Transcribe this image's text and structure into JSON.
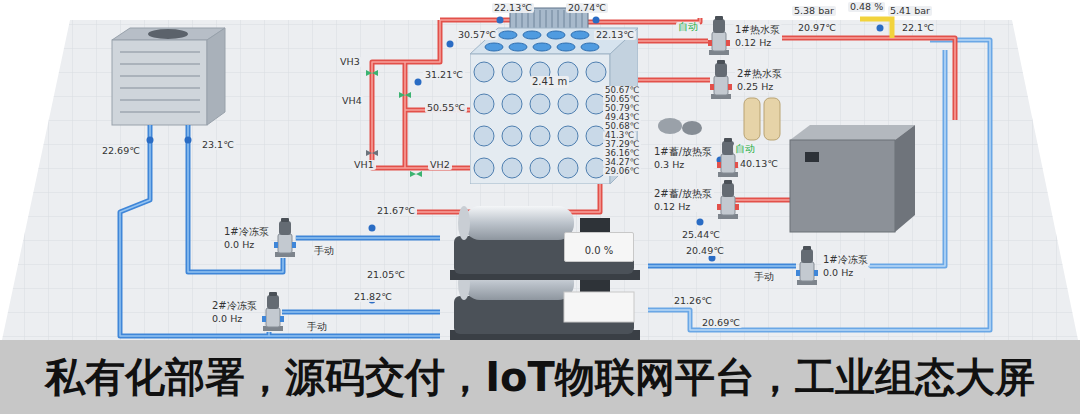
{
  "diagram": {
    "caption": "私有化部署，源码交付，IoT物联网平台，工业组态大屏",
    "nodes": [
      {
        "text": [
          "1#热水泵",
          "0.12 Hz"
        ]
      },
      {
        "text": [
          "2#热水泵",
          "0.25 Hz"
        ]
      },
      {
        "text": [
          "2.41 m"
        ]
      },
      {
        "text": [
          "1#蓄/放热泵",
          "0.3 Hz"
        ]
      },
      {
        "text": [
          "2#蓄/放热泵",
          "0.12 Hz"
        ]
      },
      {
        "text": [
          "1#冷冻泵",
          "0.0 Hz"
        ]
      },
      {
        "text": [
          "0.0 %"
        ]
      },
      {
        "text": [
          "1#冷冻泵",
          "0.0 Hz"
        ]
      },
      {
        "text": [
          "2#冷冻泵",
          "0.0 Hz"
        ]
      }
    ],
    "edges": [
      {
        "from": 5,
        "to": 6,
        "arrow": "none"
      },
      {
        "from": 7,
        "to": 6,
        "arrow": "none"
      },
      {
        "from": 0,
        "to": 2,
        "arrow": "none"
      },
      {
        "from": 1,
        "to": 2,
        "arrow": "none"
      }
    ],
    "labels": [
      "22.13℃",
      "20.74℃",
      "30.57℃",
      "22.13℃",
      "自动",
      "5.38 bar",
      "0.48 %",
      "5.41 bar",
      "20.97℃",
      "22.1℃",
      "VH3",
      "31.21℃",
      "VH4",
      "50.55℃",
      "VH1",
      "VH2",
      "50.67℃",
      "50.65℃",
      "50.79℃",
      "49.43℃",
      "50.68℃",
      "41.3℃",
      "37.29℃",
      "36.16℃",
      "34.27℃",
      "29.06℃",
      "自动",
      "40.13℃",
      "22.69℃",
      "23.1℃",
      "21.67℃",
      "25.44℃",
      "手动",
      "21.05℃",
      "20.49℃",
      "手动",
      "21.26℃",
      "21.82℃",
      "手动",
      "20.69℃"
    ]
  }
}
